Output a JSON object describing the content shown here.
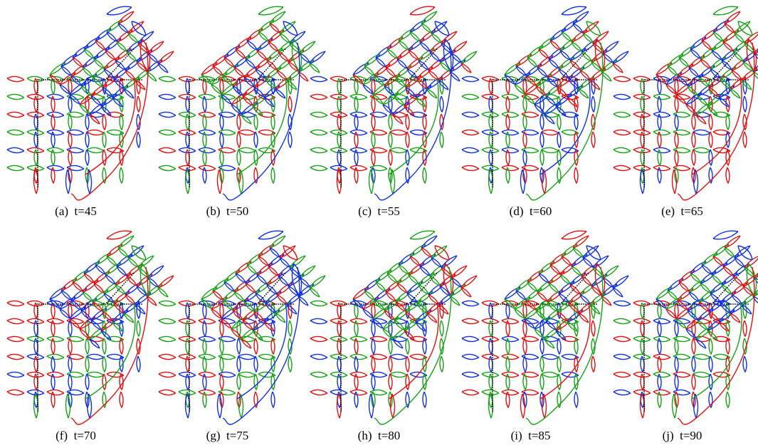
{
  "colors": {
    "red": "#e01010",
    "green": "#16a116",
    "blue": "#1030e0",
    "black": "#000000"
  },
  "panels": [
    {
      "caption": "(a)  t=45",
      "seed": 45
    },
    {
      "caption": "(b)  t=50",
      "seed": 50
    },
    {
      "caption": "(c)  t=55",
      "seed": 55
    },
    {
      "caption": "(d)  t=60",
      "seed": 60
    },
    {
      "caption": "(e)  t=65",
      "seed": 65
    },
    {
      "caption": "(f)  t=70",
      "seed": 70
    },
    {
      "caption": "(g)  t=75",
      "seed": 75
    },
    {
      "caption": "(h)  t=80",
      "seed": 80
    },
    {
      "caption": "(i)  t=85",
      "seed": 85
    },
    {
      "caption": "(j)  t=90",
      "seed": 90
    }
  ]
}
